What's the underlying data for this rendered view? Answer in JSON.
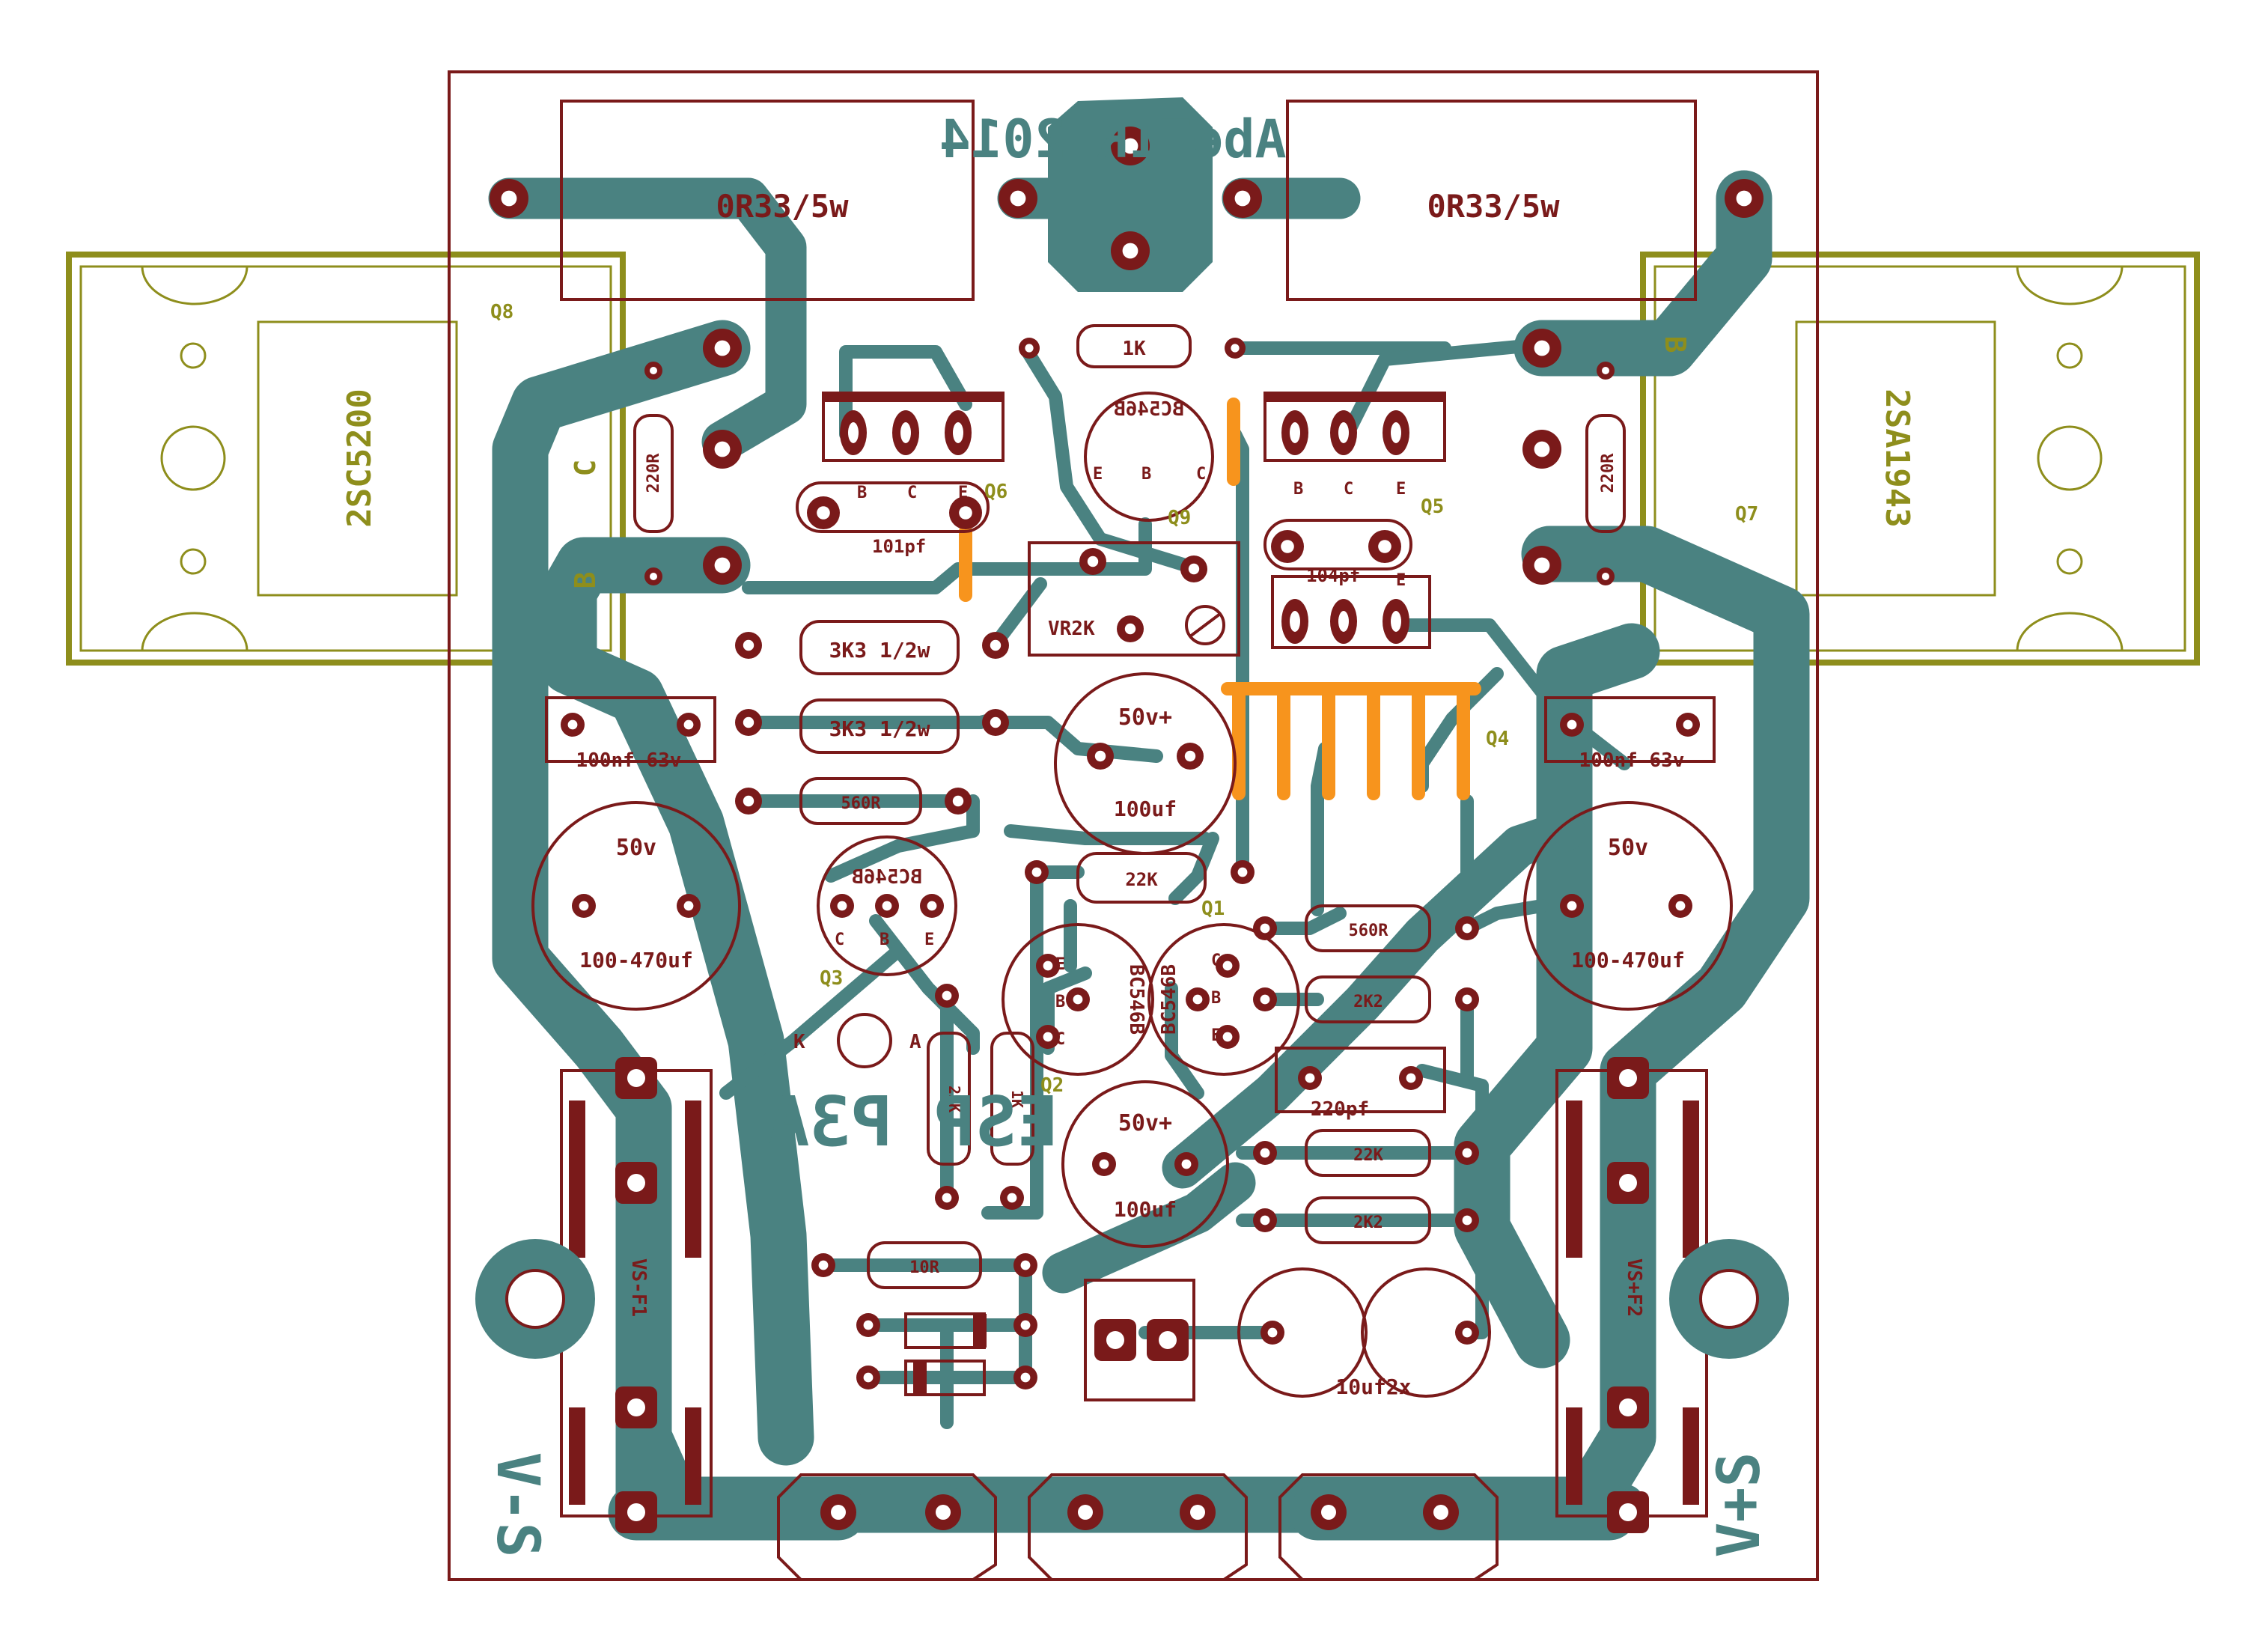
{
  "board": {
    "credit": "AbeTIR 2014",
    "project": "ESP P3A"
  },
  "resistors": {
    "r_emitter_left": "0R33/5w",
    "r_emitter_right": "0R33/5w",
    "r_1k_top": "1K",
    "r_220_left": "220R",
    "r_220_right": "220R",
    "r_3k3_a": "3K3 1/2w",
    "r_3k3_b": "3K3 1/2w",
    "r_560_left": "560R",
    "r_22k_top": "22K",
    "r_560_right": "560R",
    "r_2k2_right": "2K2",
    "r_22k_vert": "22K",
    "r_1k_vert": "1K",
    "r_22k_lower": "22K",
    "r_2k2_lower": "2K2",
    "r_10r": "10R"
  },
  "capacitors": {
    "c_100nf_left": "100nf 63v",
    "c_100nf_right": "100nf 63v",
    "c_101pf_left": "101pf",
    "c_101pf_right": "104pf",
    "c_100uf_top_v": "50v+",
    "c_100uf_top": "100uf",
    "c_big_left_v": "50v",
    "c_big_left": "100-470uf",
    "c_big_right_v": "50v",
    "c_big_right": "100-470uf",
    "c_220pf": "220pf",
    "c_100uf_bot_v": "50v+",
    "c_100uf_bot": "100uf",
    "c_10uf": "10uf2x"
  },
  "transistors": {
    "q8_ref": "Q8",
    "q8_part": "2SC5200",
    "q8_pin_c": "C",
    "q8_pin_b": "B",
    "q7_ref": "Q7",
    "q7_part": "2SA1943",
    "q7_pin_b": "B",
    "q6_ref": "Q6",
    "q5_ref": "Q5",
    "q9_ref": "Q9",
    "q9_part": "BC546B",
    "q3_ref": "Q3",
    "q3_part": "BC546B",
    "q1_ref": "Q1",
    "q1_part": "BC546B",
    "q2_ref": "Q2",
    "q2_part": "BC546B",
    "q4_ref": "Q4",
    "pin_b": "B",
    "pin_c": "C",
    "pin_e": "E",
    "vr_label": "VR2K",
    "led_k": "K",
    "led_a": "A"
  },
  "supply": {
    "fuse_left": "VS-F1",
    "fuse_right": "VS+F2",
    "vs_minus": "V-S",
    "vs_plus": "V+S"
  },
  "colors": {
    "copper": "#4a8281",
    "silkscreen": "#7a1a1a",
    "heatsink_outline": "#8e8e1c",
    "jumper": "#f7941d"
  }
}
